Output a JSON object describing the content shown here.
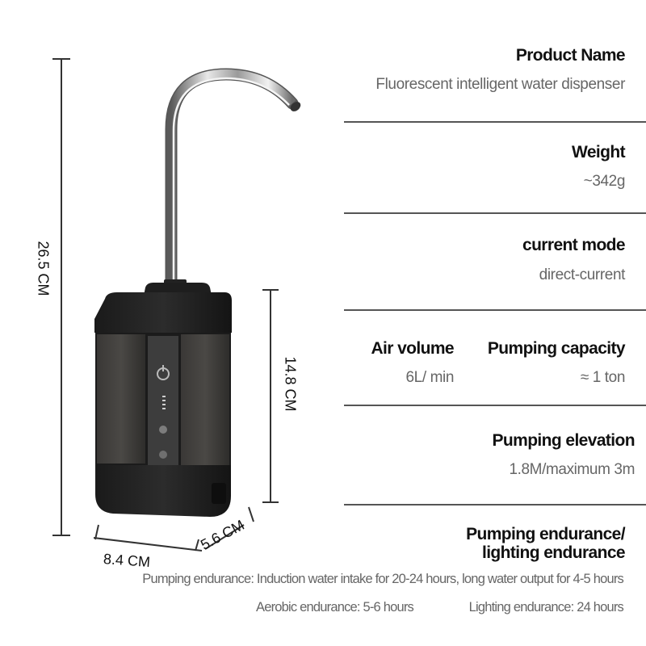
{
  "product_image": {
    "dimensions": {
      "total_height": "26.5 CM",
      "body_height": "14.8 CM",
      "width": "8.4 CM",
      "depth": "5.6 CM"
    },
    "indicators": {
      "power_icon": "power-icon",
      "battery_levels": 4
    }
  },
  "specs": {
    "product_name": {
      "title": "Product Name",
      "value": "Fluorescent intelligent water dispenser"
    },
    "weight": {
      "title": "Weight",
      "value": "~342g"
    },
    "current_mode": {
      "title": "current mode",
      "value": "direct-current"
    },
    "air_volume": {
      "title": "Air volume",
      "value": "6L/ min"
    },
    "pumping_capacity": {
      "title": "Pumping capacity",
      "value": "≈ 1 ton"
    },
    "pumping_elevation": {
      "title": "Pumping elevation",
      "value": "1.8M/maximum 3m"
    },
    "endurance": {
      "title_line1": "Pumping endurance/",
      "title_line2": "lighting endurance",
      "detail_line1": "Pumping endurance: Induction water intake for 20-24 hours, long water output for 4-5 hours",
      "aerobic": "Aerobic endurance: 5-6 hours",
      "lighting": "Lighting endurance: 24 hours"
    }
  }
}
